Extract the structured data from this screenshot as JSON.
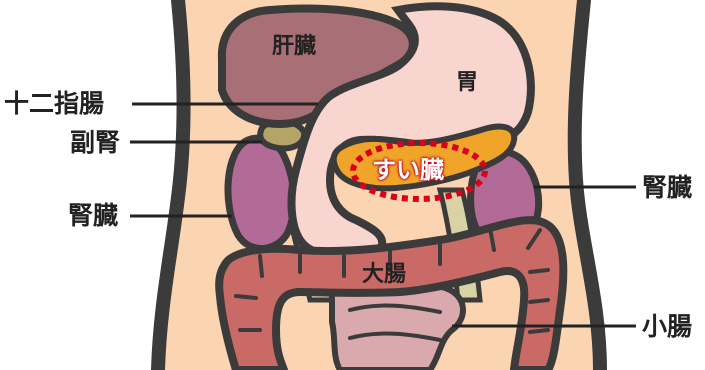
{
  "labels": {
    "liver": "肝臓",
    "stomach": "胃",
    "duodenum": "十二指腸",
    "adrenal": "副腎",
    "kidney_left": "腎臓",
    "kidney_right": "腎臓",
    "pancreas": "すい臓",
    "large_intestine": "大腸",
    "small_intestine": "小腸"
  },
  "colors": {
    "skin": "#fbd4b2",
    "outline": "#3b3b3b",
    "liver": "#a86f76",
    "stomach": "#f8d6cf",
    "kidney": "#b26a96",
    "adrenal": "#b4a566",
    "pancreas": "#f0a42a",
    "pancreas_ring": "#d9001b",
    "large_intestine": "#c96a66",
    "small_intestine": "#d9a9ad",
    "vessel": "#d8d2a5"
  }
}
